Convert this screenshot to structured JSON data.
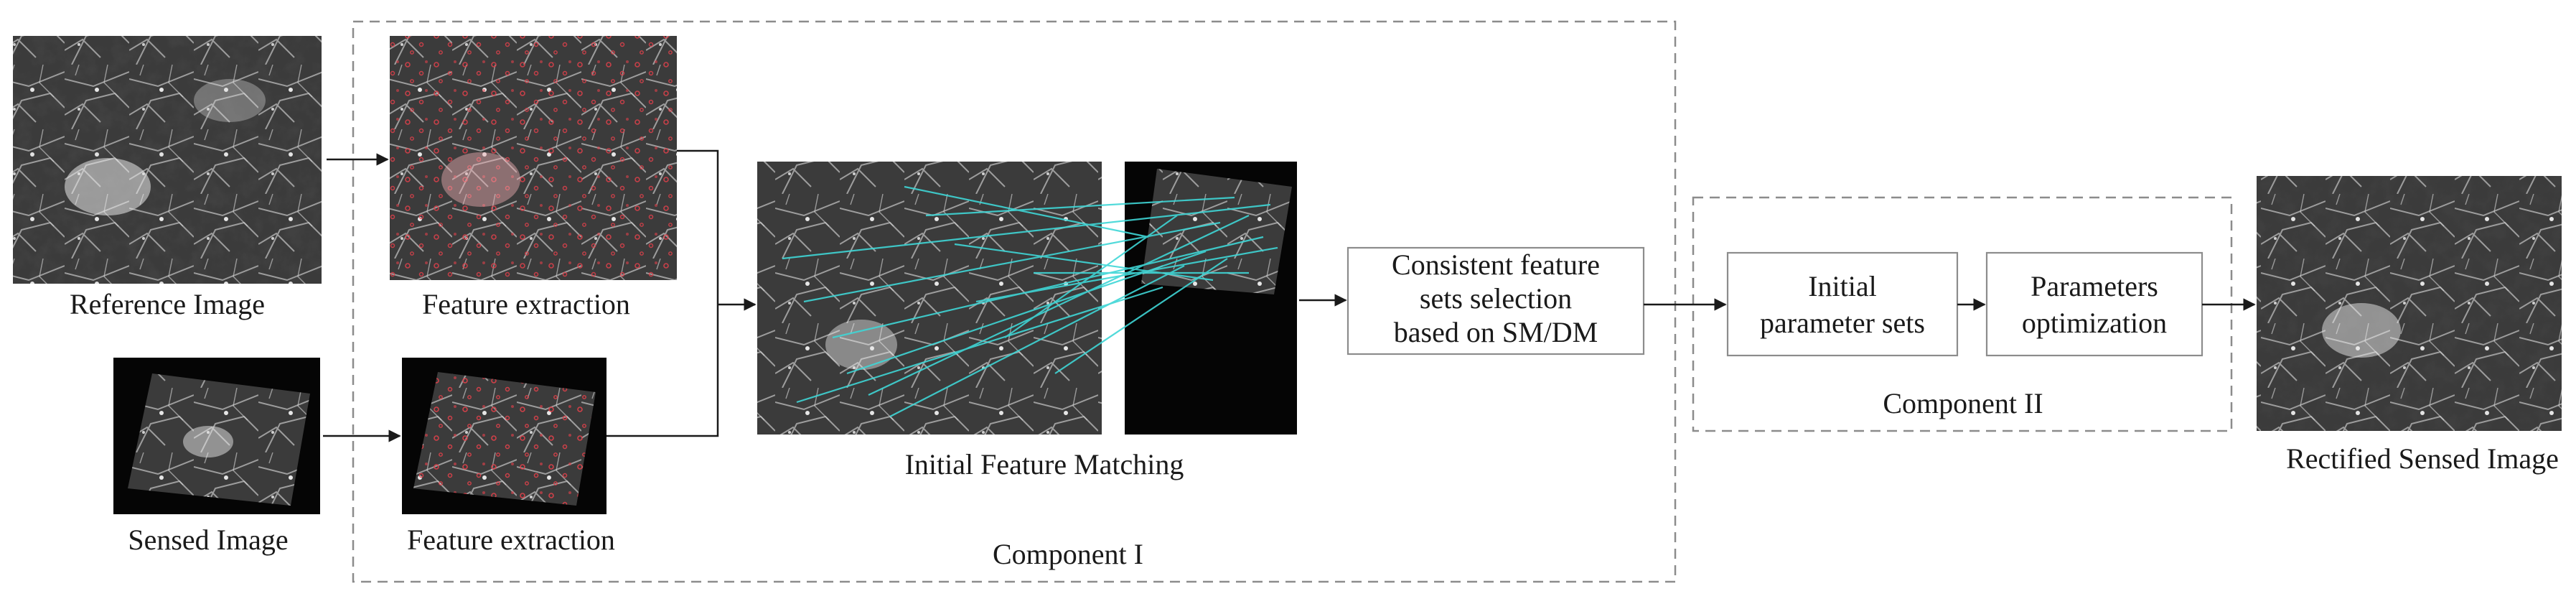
{
  "diagram": {
    "inputs": {
      "reference_image_label": "Reference Image",
      "sensed_image_label": "Sensed Image"
    },
    "component_1": {
      "title": "Component I",
      "feature_extraction_top_label": "Feature extraction",
      "feature_extraction_bottom_label": "Feature extraction",
      "initial_matching_label": "Initial Feature Matching",
      "selection_box_lines": [
        "Consistent feature",
        "sets selection",
        "based on SM/DM"
      ]
    },
    "component_2": {
      "title": "Component II",
      "initial_param_lines": [
        "Initial",
        "parameter sets"
      ],
      "optimization_lines": [
        "Parameters",
        "optimization"
      ]
    },
    "output": {
      "rectified_label": "Rectified Sensed Image"
    },
    "colors": {
      "line": "#1a1a1a",
      "dashed_border": "#8c8c8c",
      "box_border": "#8c8c8c",
      "feature_marks": "#e0404a",
      "match_lines": "#3fd6d6",
      "image_dark": "#3a3a3a",
      "image_bg_black": "#050505"
    }
  }
}
